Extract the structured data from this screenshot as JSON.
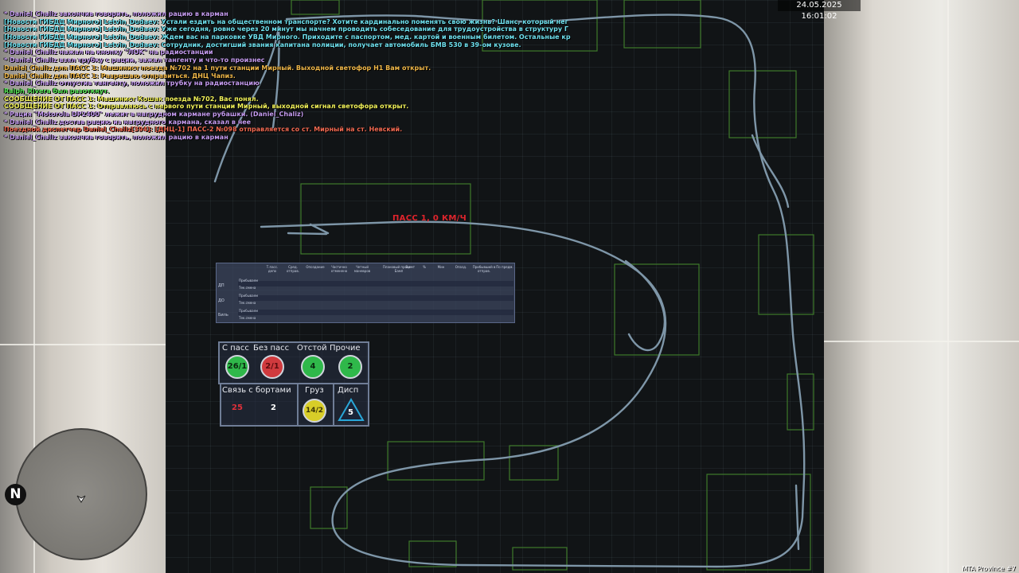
{
  "chat_lines": [
    {
      "text": "* Daniel_Chaliz закончив говорить, положил рацию в карман",
      "color": "#c59cf0"
    },
    {
      "text": "[Новости ГИБДД Мирного] Letvin_Dudaev: Устали ездить на общественном транспорте? Хотите кардинально поменять свою жизнь? Шанс, который нег",
      "color": "#6ee0ee"
    },
    {
      "text": "[Новости ГИБДД Мирного] Letvin_Dudaev: Уже сегодня, ровно через 20 минут мы начнем проводить собеседование для трудоустройства в структуру Г",
      "color": "#6ee0ee"
    },
    {
      "text": "[Новости ГИБДД Мирного] Letvin_Dudaev: Ждем вас на парковке УВД Мирного. Приходите с паспортом, мед. картой и военным билетом. Остальные кр",
      "color": "#6ee0ee"
    },
    {
      "text": "[Новости ГИБДД Мирного] Letvin_Dudaev: Сотрудник, достигший звания капитана полиции, получает автомобиль БМВ 530 в 39-ом кузове.",
      "color": "#6ee0ee"
    },
    {
      "text": "* Daniel_Chaliz нажал на кнопку \"ЛОК\" на радиостанции",
      "color": "#c59cf0"
    },
    {
      "text": "* Daniel_Chaliz взял трубку с рации, зажал тангенту и что-то произнес",
      "color": "#c59cf0"
    },
    {
      "text": "Daniel_Chaliz для ПАСС 1: Машинист поезда №702 на 1 пути станции Мирный. Выходной светофор Н1 Вам открыт.",
      "color": "#f0b84a"
    },
    {
      "text": "Daniel_Chaliz для ПАСС 1: Разрешаю отправиться. ДНЦ Чапиз.",
      "color": "#f0b84a"
    },
    {
      "text": "* Daniel_Chaliz отпустив тангенту, положил трубку на радиостанцию",
      "color": "#c59cf0"
    },
    {
      "text": "Ralph_Rivera был разоткнут.",
      "color": "#58e858"
    },
    {
      "text": "СООБЩЕНИЕ ОТ ПАСС 1: Машинист Кошак поезда №702, Вас понял.",
      "color": "#f2f25a"
    },
    {
      "text": "СООБЩЕНИЕ ОТ ПАСС 1: Отправляюсь с первого пути станции Мирный, выходной сигнал светофора открыт.",
      "color": "#f2f25a"
    },
    {
      "text": "* Рация \"Motorola DP2400\" лежит в нагрудном кармане рубашки. (Daniel_Chaliz)",
      "color": "#c59cf0"
    },
    {
      "text": "* Daniel_Chaliz достав рацию из нагрудного кармана, сказал в нее",
      "color": "#c59cf0"
    },
    {
      "text": "Поездной диспетчер Daniel_Chaliz[394]: [ДНЦ-1] ПАСС-2 №098 отправляется со ст. Мирный на ст. Невский.",
      "color": "#f26a52"
    },
    {
      "text": "* Daniel_Chaliz закончив говорить, положил рацию в карман",
      "color": "#c59cf0"
    }
  ],
  "datetime": "24.05.2025 16:01:02",
  "watermark": "MTA Province #7",
  "train_label": "ПАСС 1, 0 КМ/Ч",
  "schedule": {
    "headers": [
      "Т.пасс. депо",
      "Сред. отправ.",
      "Опоздание",
      "Частично отменено",
      "Четный маневров",
      "Плановый процент Бамп",
      "Вм+",
      "%",
      "Мин",
      "Опазд.",
      "Прибывший в отправ.",
      "По предм."
    ],
    "rows": [
      {
        "label": "ДП",
        "subs": [
          "Прибываем",
          "Тек.смена"
        ]
      },
      {
        "label": "ДО",
        "subs": [
          "Прибываем",
          "Тек.смена"
        ]
      },
      {
        "label": "Биль",
        "subs": [
          "Прибываем",
          "Тек.смена"
        ]
      }
    ]
  },
  "status_panel": {
    "labels": [
      "С пасс",
      "Без пасс",
      "Отстой",
      "Прочие"
    ],
    "circles": [
      {
        "value": "26/1",
        "color": "#2fb84a",
        "text_color": "#0a2a10"
      },
      {
        "value": "2/1",
        "color": "#d03a3e",
        "text_color": "#5a0c0e"
      },
      {
        "value": "4",
        "color": "#2fb84a",
        "text_color": "#0a2a10"
      },
      {
        "value": "2",
        "color": "#2fb84a",
        "text_color": "#0a2a10"
      }
    ]
  },
  "comm_panel": {
    "label": "Связь с бортами",
    "red_value": "25",
    "white_value": "2"
  },
  "cargo_panel": {
    "label": "Груз",
    "value": "14/2",
    "color": "#d8cd28"
  },
  "disp_panel": {
    "label": "Дисп",
    "value": "5"
  },
  "minimap": {
    "north": "N"
  }
}
